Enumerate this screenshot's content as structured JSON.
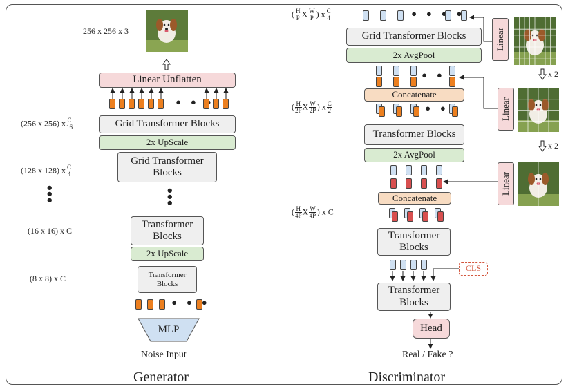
{
  "generator": {
    "title": "Generator",
    "output_dim": "256 x 256 x 3",
    "linear_unflatten": "Linear Unflatten",
    "grid_blocks_top": "Grid Transformer Blocks",
    "upscale_top": "2x UpScale",
    "grid_blocks_mid": "Grid Transformer Blocks",
    "transformer_blocks_mid": "Transformer Blocks",
    "upscale_bottom": "2x UpScale",
    "transformer_blocks_bottom": "Transformer Blocks",
    "mlp": "MLP",
    "noise_input": "Noise Input",
    "dims": {
      "d256_prefix": "(256 x 256) x",
      "d256_num": "C",
      "d256_den": "16",
      "d128_prefix": "(128 x 128) x",
      "d128_num": "C",
      "d128_den": "4",
      "d16": "(16 x 16) x C",
      "d8": "(8 x 8) x C"
    }
  },
  "discriminator": {
    "title": "Discriminator",
    "grid_blocks": "Grid Transformer Blocks",
    "avgpool_top": "2x AvgPool",
    "concatenate_top": "Concatenate",
    "transformer_blocks_top": "Transformer Blocks",
    "avgpool_bottom": "2x AvgPool",
    "concatenate_bottom": "Concatenate",
    "transformer_blocks_mid": "Transformer Blocks",
    "transformer_blocks_bottom": "Transformer Blocks",
    "cls": "CLS",
    "head": "Head",
    "output": "Real / Fake ?",
    "linear": "Linear",
    "downscale_1": "x 2",
    "downscale_2": "x 2",
    "dims": {
      "r1_h_num": "H",
      "r1_h_den": "P",
      "r1_x1": "X",
      "r1_w_num": "W",
      "r1_w_den": "P",
      "r1_x2": "x",
      "r1_c_num": "C",
      "r1_c_den": "4",
      "r2_h_num": "H",
      "r2_h_den": "2P",
      "r2_x1": "X",
      "r2_w_num": "W",
      "r2_w_den": "2P",
      "r2_x2": "x",
      "r2_c_num": "C",
      "r2_c_den": "2",
      "r3_h_num": "H",
      "r3_h_den": "4P",
      "r3_x1": "X",
      "r3_w_num": "W",
      "r3_w_den": "4P",
      "r3_x2": "x C"
    }
  },
  "colors": {
    "gray_block": "#efefef",
    "green_block": "#d9ebd1",
    "pink_block": "#f6d9da",
    "peach_block": "#f8dcc2",
    "orange_token": "#ec7f1f",
    "blue_token": "#cfe0f2",
    "red_token": "#d84f4f",
    "mlp_fill": "#cfe0f2",
    "cls_border": "#d2553c"
  }
}
